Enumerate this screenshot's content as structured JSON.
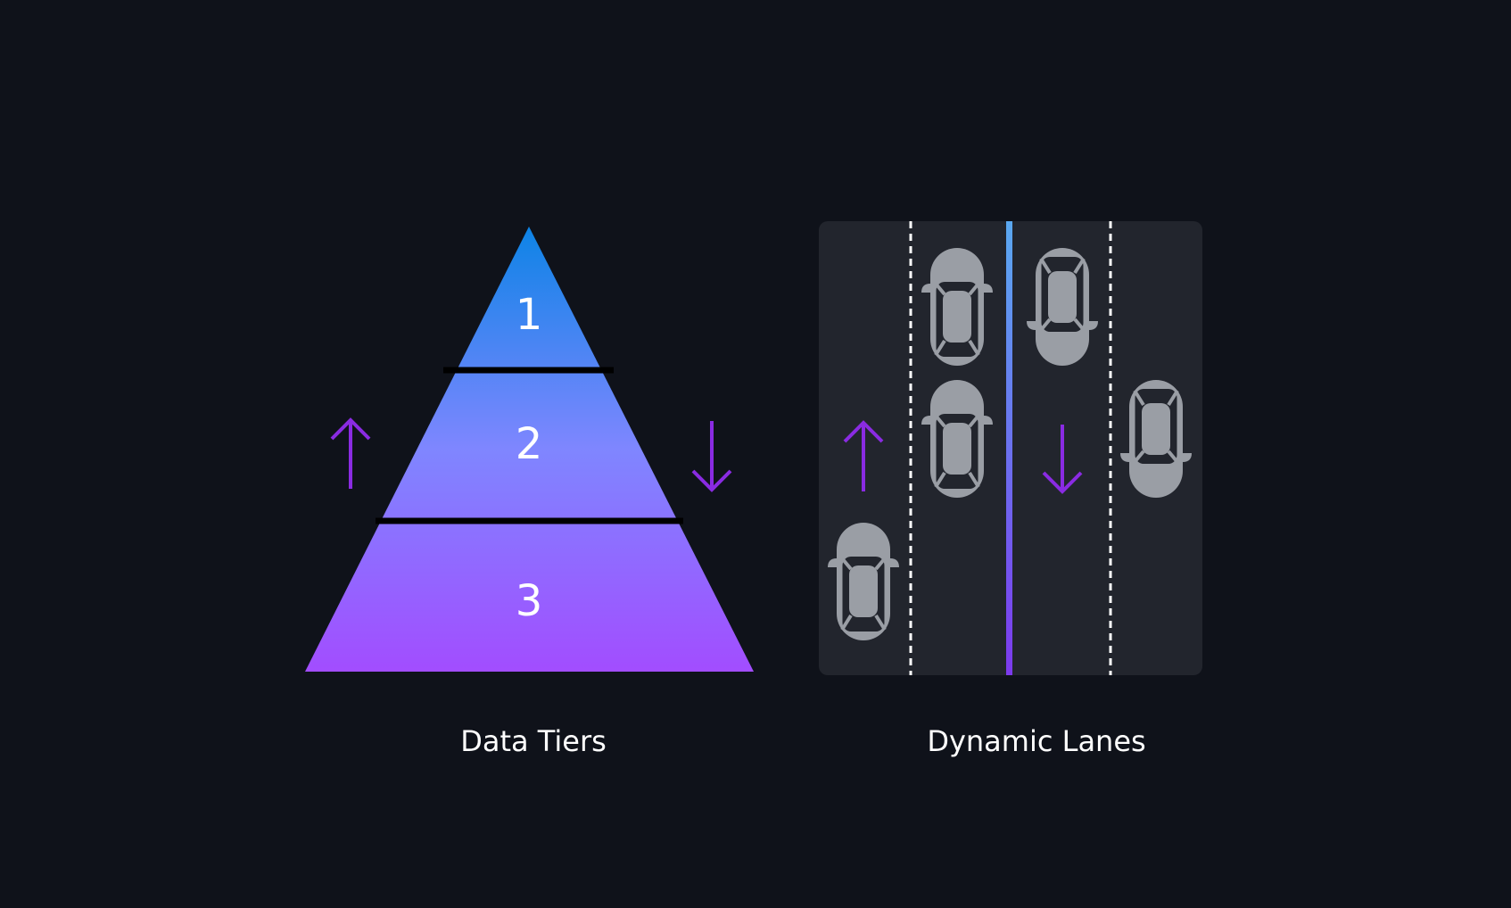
{
  "pyramid": {
    "tiers": [
      {
        "label": "1"
      },
      {
        "label": "2"
      },
      {
        "label": "3"
      }
    ],
    "caption": "Data Tiers",
    "gradient_top": "#0d84e6",
    "gradient_mid": "#7f86ff",
    "gradient_bottom": "#a24dff"
  },
  "lanes": {
    "caption": "Dynamic Lanes",
    "panel_color": "#22252d",
    "divider_top": "#5aa8f0",
    "divider_bottom": "#7c3aed",
    "car_color": "#9a9ea5"
  },
  "accent": "#8a2be2"
}
